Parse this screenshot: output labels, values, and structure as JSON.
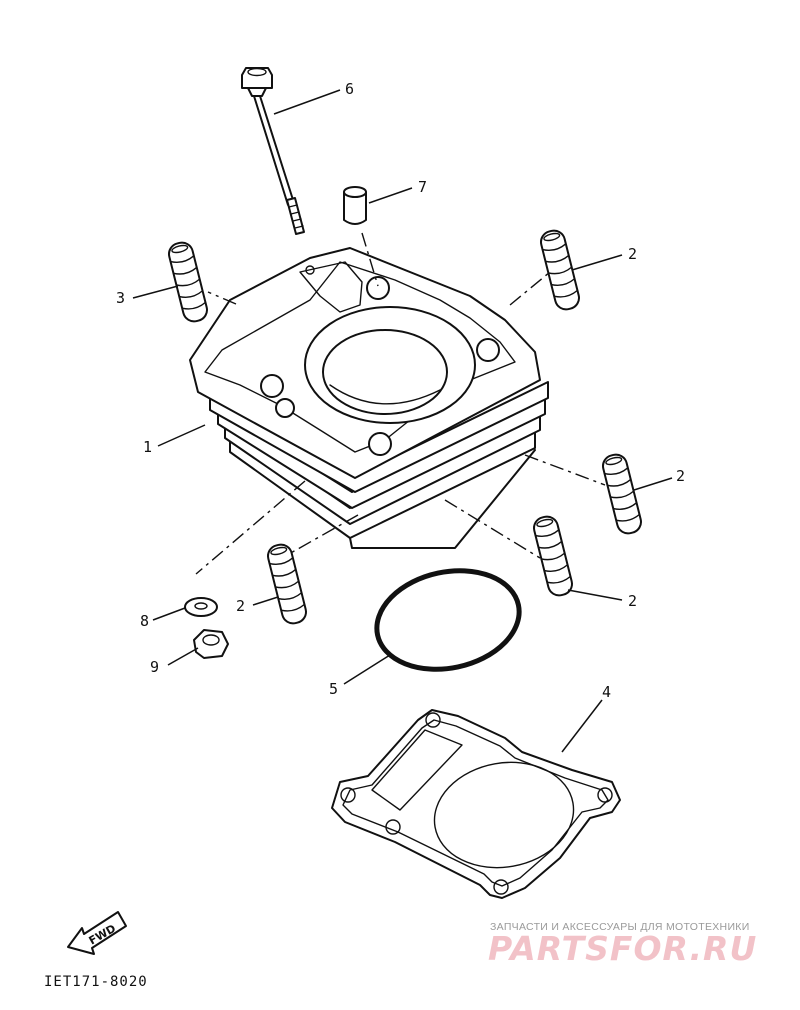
{
  "callouts": {
    "c1": "1",
    "c2a": "2",
    "c2b": "2",
    "c2c": "2",
    "c2d": "2",
    "c3": "3",
    "c4": "4",
    "c5": "5",
    "c6": "6",
    "c7": "7",
    "c8": "8",
    "c9": "9"
  },
  "direction_badge": "FWD",
  "diagram_code": "IET171-8020",
  "watermark": {
    "tagline": "ЗАПЧАСТИ И АКСЕССУАРЫ ДЛЯ МОТОТЕХНИКИ",
    "logo": "PARTSFOR.RU"
  }
}
